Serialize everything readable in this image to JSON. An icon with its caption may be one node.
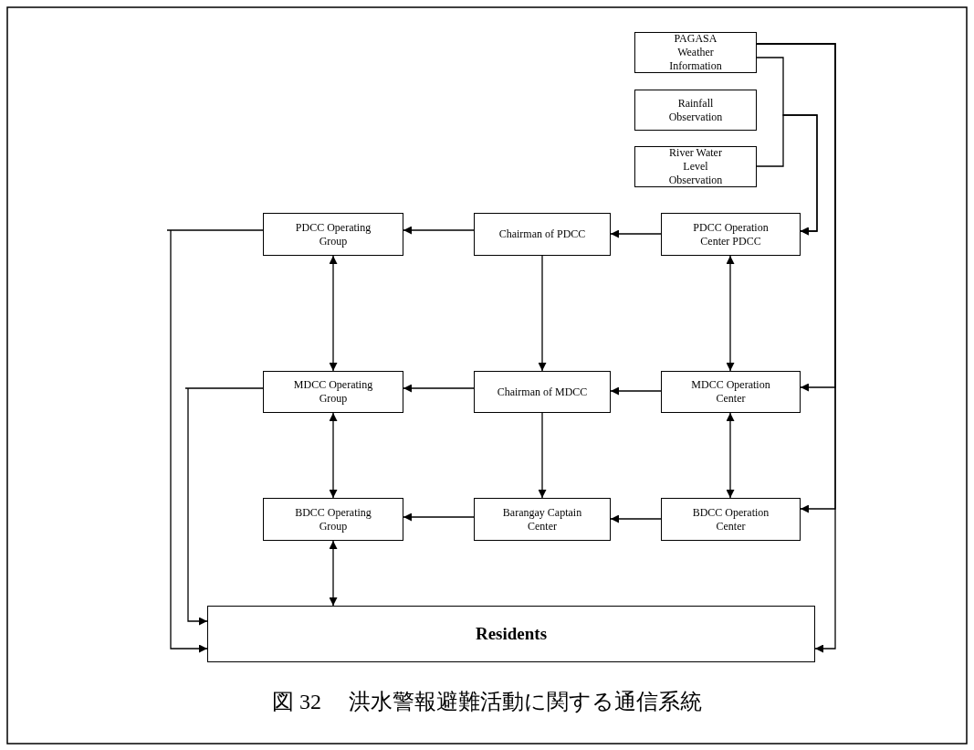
{
  "diagram": {
    "caption": "図 32　 洪水警報避難活動に関する通信系統",
    "nodes": [
      {
        "text": [
          "PAGASA Weather Information"
        ]
      },
      {
        "text": [
          "Rainfall Observation"
        ]
      },
      {
        "text": [
          "River Water Level Observation"
        ]
      },
      {
        "text": [
          "PDCC Operating Group"
        ]
      },
      {
        "text": [
          "Chairman of PDCC"
        ]
      },
      {
        "text": [
          "PDCC Operation Center PDCC"
        ]
      },
      {
        "text": [
          "MDCC Operating Group"
        ]
      },
      {
        "text": [
          "Chairman of MDCC"
        ]
      },
      {
        "text": [
          "MDCC Operation Center"
        ]
      },
      {
        "text": [
          "BDCC Operating Group"
        ]
      },
      {
        "text": [
          "Barangay Captain Center"
        ]
      },
      {
        "text": [
          "BDCC Operation Center"
        ]
      },
      {
        "text": [
          "Residents"
        ]
      }
    ],
    "edges": [
      {
        "from": 0,
        "to": 8,
        "arrow": "to"
      },
      {
        "from": 0,
        "to": 11,
        "arrow": "to"
      },
      {
        "from": 0,
        "to": 12,
        "arrow": "to"
      },
      {
        "from": 0,
        "to": 5,
        "arrow": "to"
      },
      {
        "from": 2,
        "to": 5,
        "arrow": "to"
      },
      {
        "from": 5,
        "to": 4,
        "arrow": "to"
      },
      {
        "from": 4,
        "to": 3,
        "arrow": "to"
      },
      {
        "from": 8,
        "to": 7,
        "arrow": "to"
      },
      {
        "from": 7,
        "to": 6,
        "arrow": "to"
      },
      {
        "from": 11,
        "to": 10,
        "arrow": "to"
      },
      {
        "from": 10,
        "to": 9,
        "arrow": "to"
      },
      {
        "from": 4,
        "to": 7,
        "arrow": "to"
      },
      {
        "from": 7,
        "to": 10,
        "arrow": "to"
      },
      {
        "from": 3,
        "to": 6,
        "arrow": "both"
      },
      {
        "from": 6,
        "to": 9,
        "arrow": "both"
      },
      {
        "from": 9,
        "to": 12,
        "arrow": "both"
      },
      {
        "from": 5,
        "to": 8,
        "arrow": "both"
      },
      {
        "from": 8,
        "to": 11,
        "arrow": "both"
      },
      {
        "from": 3,
        "to": 12,
        "arrow": "to"
      },
      {
        "from": 6,
        "to": 12,
        "arrow": "to"
      }
    ]
  }
}
